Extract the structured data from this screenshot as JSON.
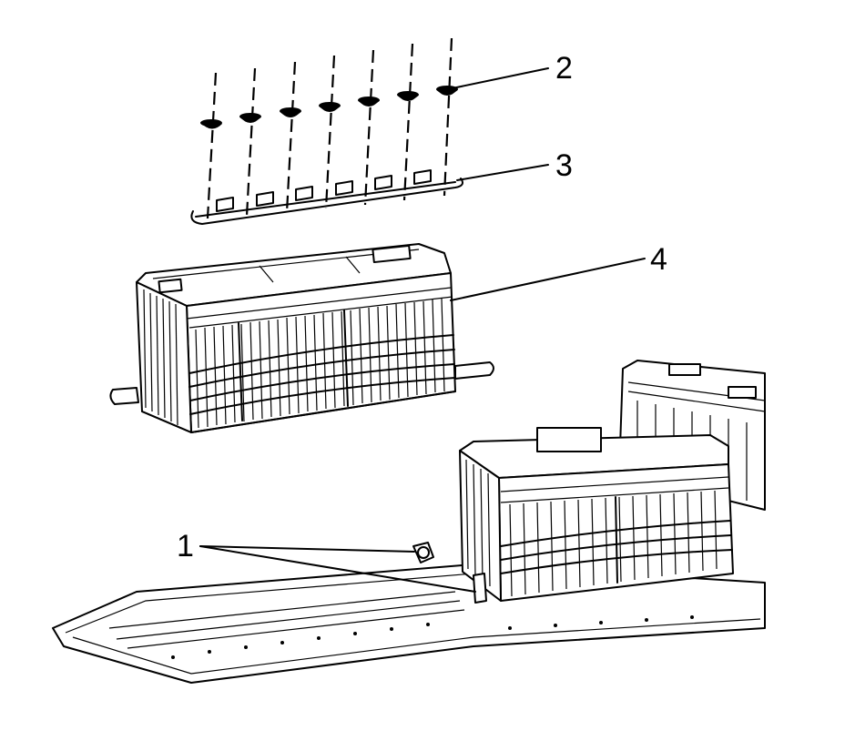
{
  "callouts": [
    {
      "id": "1",
      "text": "1"
    },
    {
      "id": "2",
      "text": "2"
    },
    {
      "id": "3",
      "text": "3"
    },
    {
      "id": "4",
      "text": "4"
    }
  ],
  "colors": {
    "line": "#000000",
    "background": "#ffffff"
  }
}
